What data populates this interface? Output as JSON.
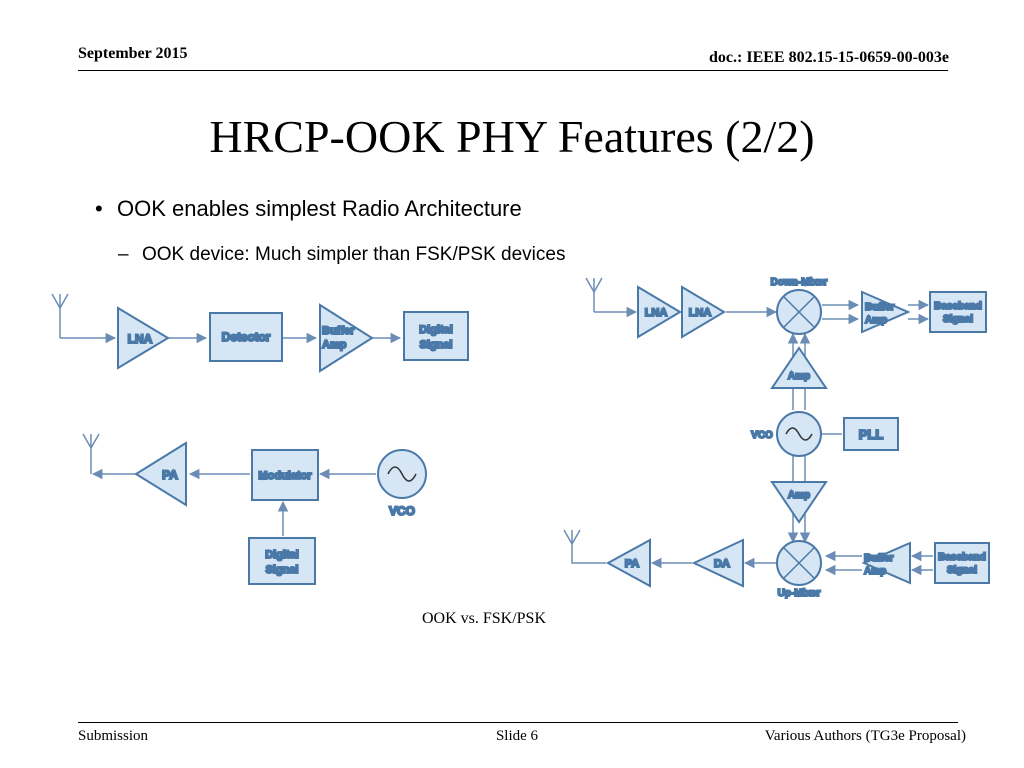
{
  "header": {
    "date": "September 2015",
    "doc_id": "doc.: IEEE 802.15-15-0659-00-003e"
  },
  "slide": {
    "title": "HRCP-OOK PHY Features (2/2)",
    "bullet1": "OOK enables simplest Radio Architecture",
    "bullet1_marker": "•",
    "bullet2": "OOK device: Much simpler than FSK/PSK devices",
    "bullet2_marker": "–",
    "caption": "OOK vs. FSK/PSK"
  },
  "diagram": {
    "ook_rx": {
      "lna": "LNA",
      "detector": "Detector",
      "buffer_amp_line1": "Buffer",
      "buffer_amp_line2": "Amp",
      "digital_signal_line1": "Digital",
      "digital_signal_line2": "Signal"
    },
    "ook_tx": {
      "pa": "PA",
      "modulator": "Modulator",
      "vco": "VCO",
      "digital_signal_line1": "Digital",
      "digital_signal_line2": "Signal"
    },
    "fsk": {
      "down_mixer": "Down-Mixer",
      "lna1": "LNA",
      "lna2": "LNA",
      "rx_buffer_line1": "Buffer",
      "rx_buffer_line2": "Amp",
      "rx_baseband_line1": "Baseband",
      "rx_baseband_line2": "Signal",
      "amp_top": "Amp",
      "vco": "VCO",
      "pll": "PLL",
      "amp_bottom": "Amp",
      "pa": "PA",
      "da": "DA",
      "tx_buffer_line1": "Buffer",
      "tx_buffer_line2": "Amp",
      "tx_baseband_line1": "Baseband",
      "tx_baseband_line2": "Signal",
      "up_mixer": "Up-Mixer"
    },
    "colors": {
      "fill": "#d6e6f5",
      "stroke": "#4a79a8",
      "line": "#6b8db5"
    }
  },
  "footer": {
    "left": "Submission",
    "center": "Slide 6",
    "right": "Various Authors (TG3e Proposal)"
  }
}
